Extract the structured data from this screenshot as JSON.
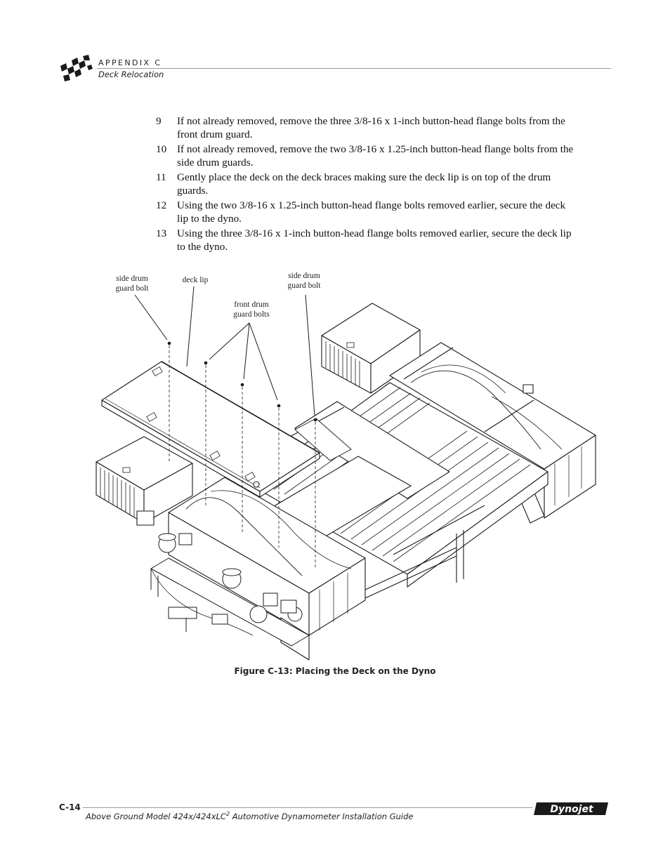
{
  "header": {
    "appendix": "APPENDIX C",
    "section": "Deck Relocation"
  },
  "steps": [
    {
      "num": "9",
      "text": "If not already removed, remove the three 3/8-16 x 1-inch button-head flange bolts from the front drum guard."
    },
    {
      "num": "10",
      "text": "If not already removed, remove the two 3/8-16 x 1.25-inch button-head flange bolts from the side drum guards."
    },
    {
      "num": "11",
      "text": "Gently place the deck on the deck braces making sure the deck lip is on top of the drum guards."
    },
    {
      "num": "12",
      "text": "Using the two 3/8-16 x 1.25-inch button-head flange bolts removed earlier, secure the deck lip to the dyno."
    },
    {
      "num": "13",
      "text": "Using the three 3/8-16 x 1-inch button-head flange bolts removed earlier, secure the deck lip to the dyno."
    }
  ],
  "figure": {
    "callouts": {
      "side_drum_bolt_left": [
        "side drum",
        "guard bolt"
      ],
      "deck_lip": "deck lip",
      "front_drum_bolts": [
        "front drum",
        "guard bolts"
      ],
      "side_drum_bolt_right": [
        "side drum",
        "guard bolt"
      ]
    },
    "caption": "Figure C-13: Placing the Deck on the Dyno"
  },
  "footer": {
    "page": "C-14",
    "title_prefix": "Above Ground Model 424x/424xLC",
    "title_sup": "2",
    "title_suffix": " Automotive Dynamometer Installation Guide",
    "logo_text": "Dynojet"
  }
}
